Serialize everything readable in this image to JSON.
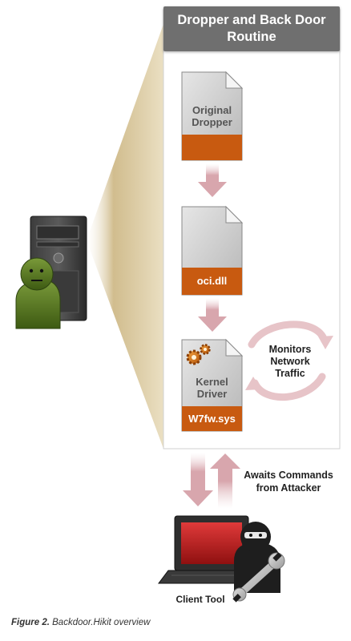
{
  "title": {
    "line1": "Dropper and Back Door",
    "line2": "Routine"
  },
  "files": [
    {
      "label_line1": "Original",
      "label_line2": "Dropper",
      "name": ""
    },
    {
      "label_line1": "",
      "label_line2": "",
      "name": "oci.dll"
    },
    {
      "label_line1": "Kernel",
      "label_line2": "Driver",
      "name": "W7fw.sys"
    }
  ],
  "monitors": {
    "line1": "Monitors",
    "line2": "Network",
    "line3": "Traffic"
  },
  "awaits": {
    "line1": "Awaits Commands",
    "line2": "from Attacker"
  },
  "client_tool": "Client Tool",
  "caption": {
    "prefix": "Figure 2.",
    "text": "Backdoor.Hikit overview"
  },
  "icons": [
    "server-tower-icon",
    "user-icon",
    "document-icon",
    "gear-icon",
    "cycle-arrow-icon",
    "laptop-icon",
    "ninja-icon",
    "wrench-icon"
  ],
  "colors": {
    "header": "#6f6f6f",
    "file_band": "#c85a10",
    "arrow": "#d7aab0",
    "person": "#4e6e1e",
    "cone": "#d8c18a"
  }
}
